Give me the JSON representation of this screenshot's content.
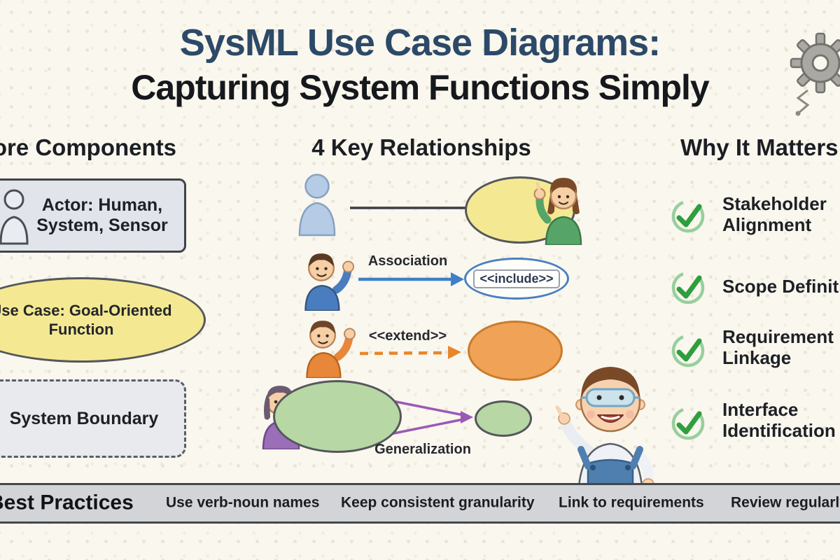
{
  "title": {
    "line1": "SysML Use Case Diagrams:",
    "line2": "Capturing System Functions Simply"
  },
  "left_column": {
    "heading": "Core Components",
    "actor_box": {
      "line1": "Actor: Human,",
      "line2": "System, Sensor"
    },
    "use_case_ellipse": {
      "line1": "Use Case: Goal-Oriented",
      "line2": "Function"
    },
    "system_boundary": {
      "label": "System Boundary"
    }
  },
  "middle_column": {
    "heading": "4 Key Relationships",
    "association_label": "Association",
    "include_stereotype": "<<include>>",
    "extend_stereotype": "<<extend>>",
    "generalization_label": "Generalization"
  },
  "right_column": {
    "heading": "Why It Matters",
    "items": [
      {
        "line1": "Stakeholder",
        "line2": "Alignment"
      },
      {
        "line1": "Scope Definition",
        "line2": ""
      },
      {
        "line1": "Requirement",
        "line2": "Linkage"
      },
      {
        "line1": "Interface",
        "line2": "Identification"
      }
    ]
  },
  "bottom_bar": {
    "heading": "Best Practices",
    "items": [
      "Use verb-noun names",
      "Keep consistent granularity",
      "Link to requirements",
      "Review regularly"
    ]
  },
  "icons": {
    "gear": "gear-icon",
    "checkmark": "check-icon",
    "actor_silhouette": "actor-silhouette-icon"
  },
  "colors": {
    "title_blue": "#2c4968",
    "ink": "#1b1e23",
    "use_case_yellow": "#f4e992",
    "association_blue": "#3f7fca",
    "extend_orange": "#e8862c",
    "generalization_purple": "#9b59b6",
    "use_case_green": "#b7d7a4",
    "check_green": "#2e9e3e",
    "bar_gray": "#d2d4d8"
  }
}
